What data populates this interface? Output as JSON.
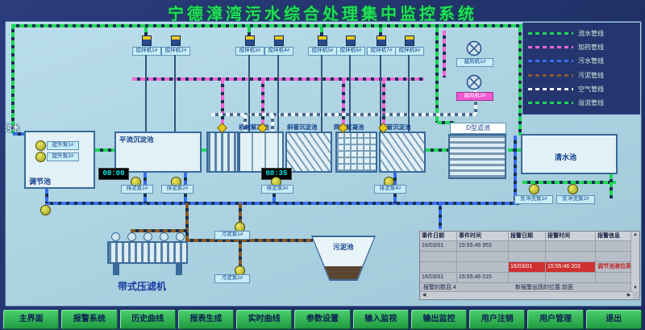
{
  "title": "宁德漳湾污水综合处理集中监控系统",
  "colors": {
    "accent_green": "#1ed858",
    "dosing_pink": "#f566d8",
    "sewage_blue": "#3a6cf0",
    "sludge_brown": "#8a5a26",
    "air_white": "#eef6fb",
    "overflow_green": "#1ed858",
    "alarm_red": "#d03030",
    "panel_cyan": "#a9d1e1",
    "bg_navy": "#24356f",
    "button_green": "#2fb254"
  },
  "legend": [
    {
      "label": "流水管线",
      "color": "#1ed858"
    },
    {
      "label": "加药管线",
      "color": "#f566d8"
    },
    {
      "label": "污水管线",
      "color": "#3a6cf0"
    },
    {
      "label": "污泥管线",
      "color": "#8a5a26"
    },
    {
      "label": "空气管线",
      "color": "#eef6fb"
    },
    {
      "label": "溢流管线",
      "color": "#1ed858"
    }
  ],
  "plant": {
    "inlet": "污水",
    "tanks": {
      "regulation": "调节池",
      "horizontal_sedimentation": "平流沉淀池",
      "mechanical_flocculation": "机械絮凝池",
      "inclined_tube_1": "斜管沉淀池",
      "grid_flocculation": "网络絮凝池",
      "inclined_tube_2": "斜管沉淀池",
      "d_filter": "D型滤池",
      "clear_water": "清水池",
      "sludge_tank": "污泥池",
      "belt_press": "带式压滤机"
    },
    "mixers": [
      "搅拌机1#",
      "搅拌机2#",
      "搅拌机3#",
      "搅拌机4#",
      "搅拌机5#",
      "搅拌机6#",
      "搅拌机7#",
      "搅拌机8#"
    ],
    "blowers": [
      "鼓风机1#",
      "鼓风机2#"
    ],
    "pumps": {
      "lift": [
        "提升泵1#",
        "提升泵2#"
      ],
      "drain": [
        "排泥泵1#",
        "排泥泵2#",
        "排泥泵3#",
        "排泥泵4#"
      ],
      "sludge": [
        "污泥泵1#",
        "污泥泵2#"
      ],
      "backwash": [
        "反冲洗泵1#",
        "反冲洗泵2#"
      ]
    },
    "timers": [
      "00:00",
      "08:35"
    ]
  },
  "alarm_table": {
    "headers": [
      "事件日期",
      "事件时间",
      "报警日期",
      "报警时间",
      "报警信息"
    ],
    "rows": [
      {
        "cells": [
          "16/03/01",
          "15:55:46 953",
          "",
          "",
          ""
        ],
        "alarm": false
      },
      {
        "cells": [
          "",
          "",
          "",
          "",
          ""
        ],
        "alarm": false
      },
      {
        "cells": [
          "",
          "",
          "16/03/01",
          "15:55:46 203",
          "调节池液位高"
        ],
        "alarm": true
      },
      {
        "cells": [
          "16/03/01",
          "15:55:46 015",
          "",
          "",
          ""
        ],
        "alarm": false
      }
    ],
    "footer_left": "报警的数目:4",
    "footer_right": "新报警出现的位置:前面"
  },
  "icons": {
    "scroll_up": "▲",
    "scroll_down": "▼",
    "scroll_left": "◀",
    "scroll_right": "▶"
  },
  "menu": [
    "主界面",
    "报警系统",
    "历史曲线",
    "报表生成",
    "实时曲线",
    "参数设置",
    "输入监视",
    "输出监控",
    "用户注销",
    "用户管理",
    "退出"
  ]
}
